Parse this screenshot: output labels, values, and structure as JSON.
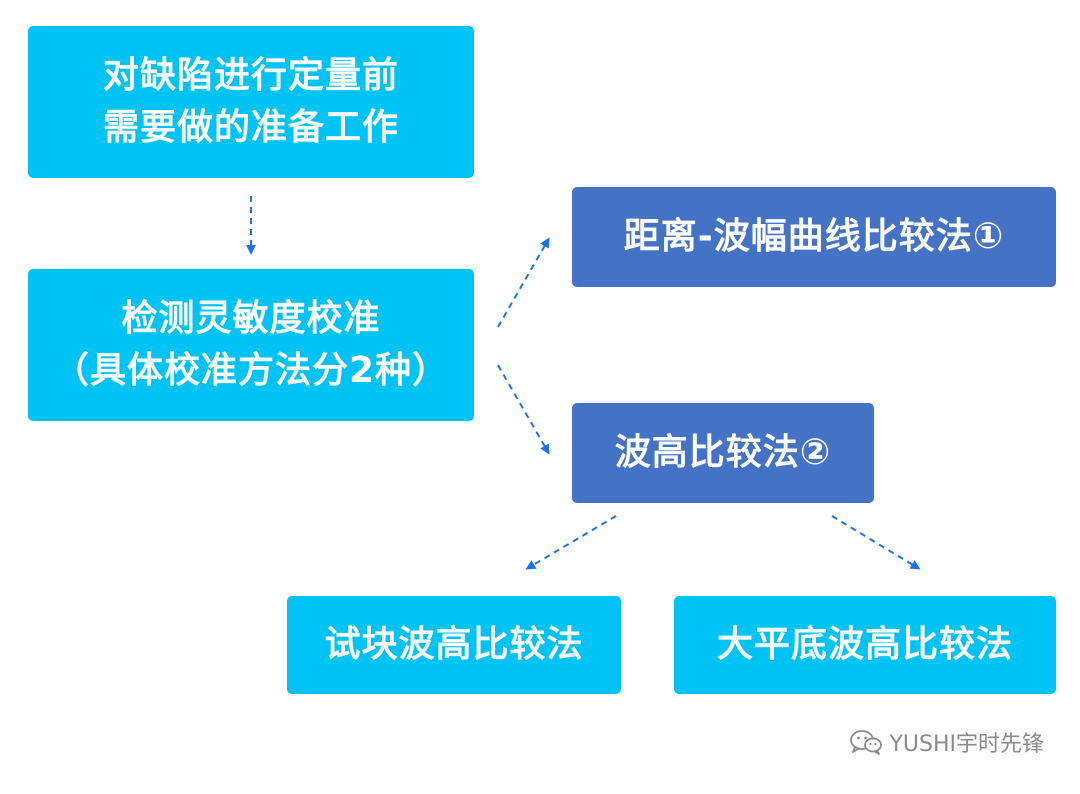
{
  "diagram": {
    "nodes": [
      {
        "id": "prep",
        "lines": [
          "对缺陷进行定量前",
          "需要做的准备工作"
        ],
        "color": "#00c3f5"
      },
      {
        "id": "calib",
        "lines": [
          "检测灵敏度校准",
          "（具体校准方法分2种）"
        ],
        "color": "#00c3f5"
      },
      {
        "id": "dac",
        "lines": [
          "距离-波幅曲线比较法①"
        ],
        "color": "#4472c4"
      },
      {
        "id": "wave",
        "lines": [
          "波高比较法②"
        ],
        "color": "#4472c4"
      },
      {
        "id": "block",
        "lines": [
          "试块波高比较法"
        ],
        "color": "#00c3f5"
      },
      {
        "id": "flat",
        "lines": [
          "大平底波高比较法"
        ],
        "color": "#00c3f5"
      }
    ],
    "edges": [
      {
        "from": "prep",
        "to": "calib",
        "style": "dashed"
      },
      {
        "from": "calib",
        "to": "dac",
        "style": "dashed"
      },
      {
        "from": "calib",
        "to": "wave",
        "style": "dashed"
      },
      {
        "from": "wave",
        "to": "block",
        "style": "dashed"
      },
      {
        "from": "wave",
        "to": "flat",
        "style": "dashed"
      }
    ],
    "arrow_color": "#1a73e8"
  },
  "watermark": {
    "text": "YUSHI宇时先锋",
    "icon": "wechat-icon"
  }
}
